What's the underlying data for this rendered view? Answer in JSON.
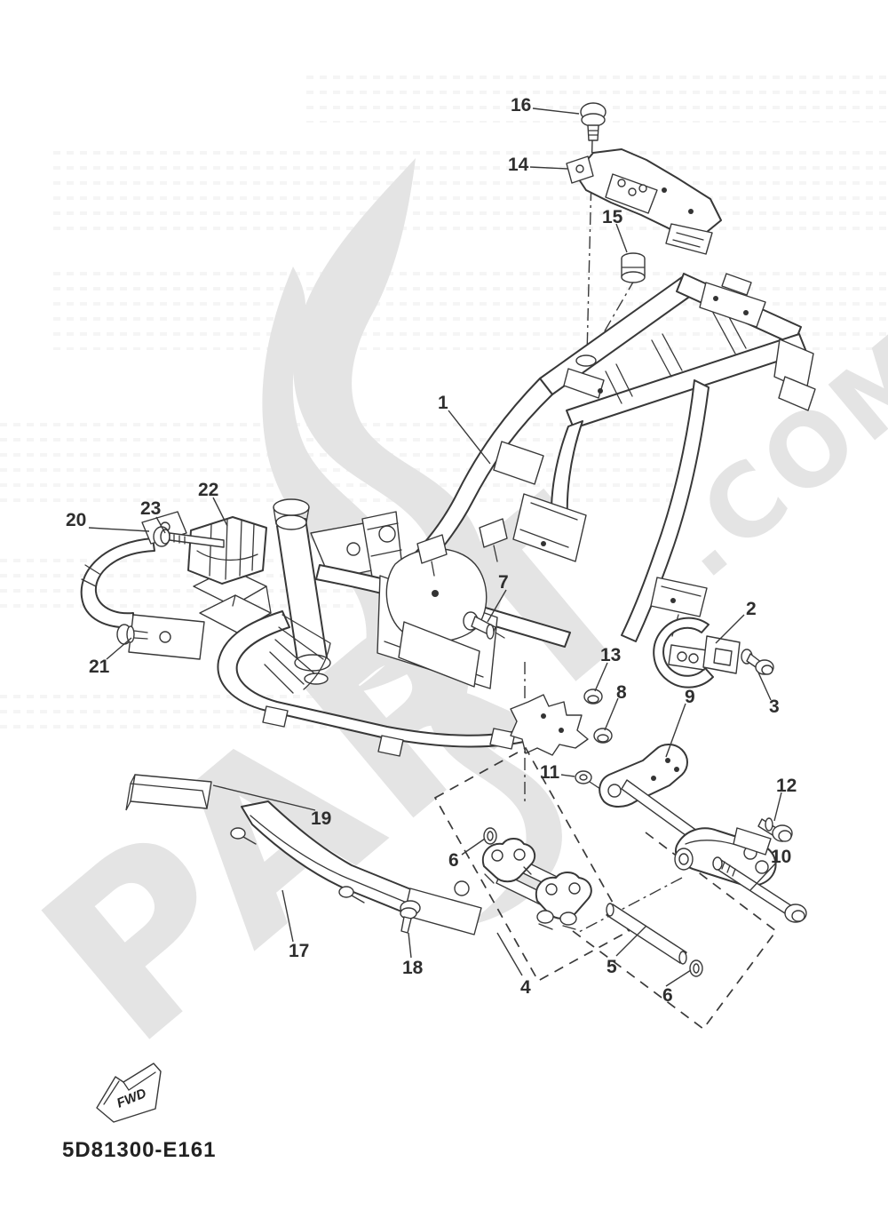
{
  "page": {
    "background": "#ffffff",
    "line_color": "#383838"
  },
  "watermark": {
    "word": "PART",
    "suffix": ".COM",
    "color": "#e4e4e4"
  },
  "footer": {
    "part_code": "5D81300-E161"
  },
  "fwd": {
    "label": "FWD"
  },
  "callouts": [
    {
      "n": "16"
    },
    {
      "n": "14"
    },
    {
      "n": "15"
    },
    {
      "n": "1"
    },
    {
      "n": "20"
    },
    {
      "n": "23"
    },
    {
      "n": "22"
    },
    {
      "n": "21"
    },
    {
      "n": "7"
    },
    {
      "n": "2"
    },
    {
      "n": "3"
    },
    {
      "n": "13"
    },
    {
      "n": "8"
    },
    {
      "n": "9"
    },
    {
      "n": "11"
    },
    {
      "n": "12"
    },
    {
      "n": "10"
    },
    {
      "n": "19"
    },
    {
      "n": "17"
    },
    {
      "n": "18"
    },
    {
      "n": "6"
    },
    {
      "n": "4"
    },
    {
      "n": "5"
    },
    {
      "n": "6"
    }
  ]
}
